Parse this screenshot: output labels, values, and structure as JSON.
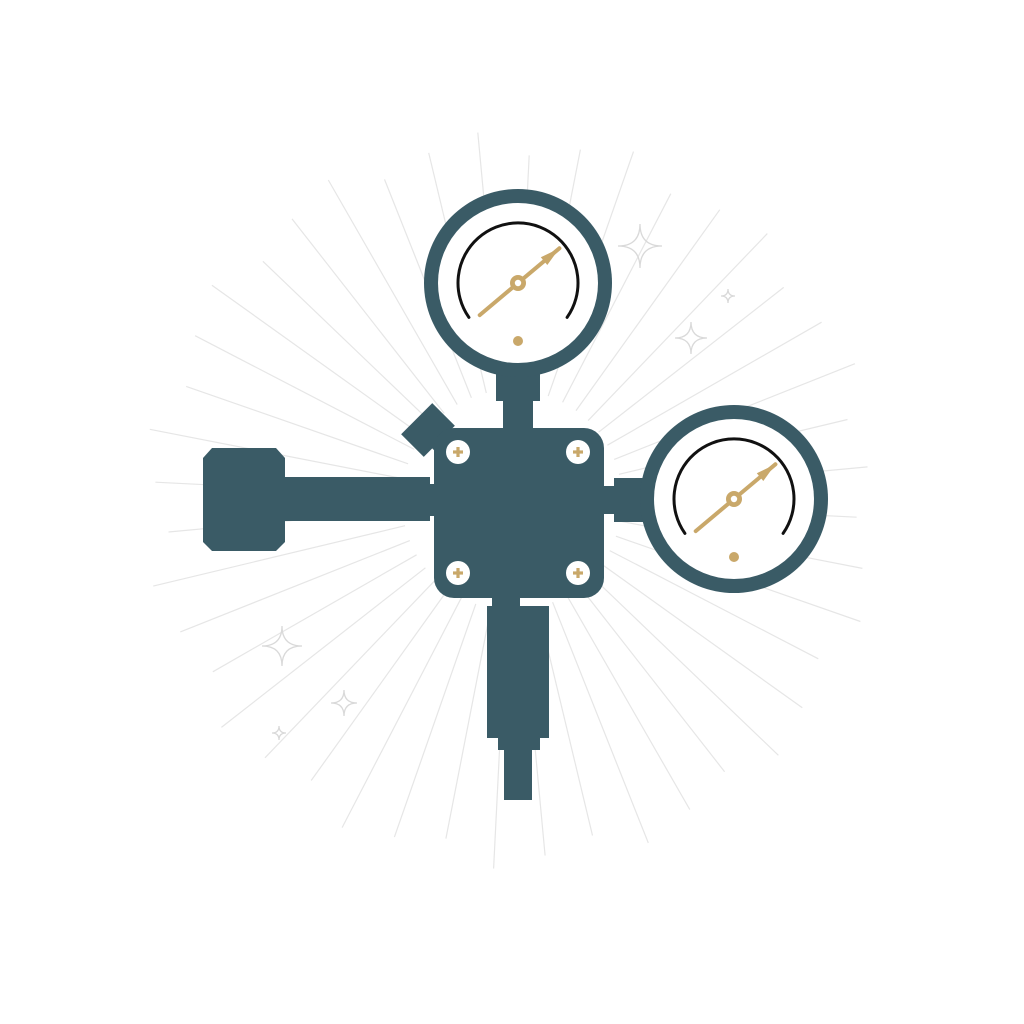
{
  "colors": {
    "background": "#ffffff",
    "body": "#3a5b66",
    "accent": "#c9a86a",
    "gauge_arc": "#111111",
    "gauge_face": "#ffffff",
    "rays": "#e6e6e6",
    "sparkles": "#d9d9d9"
  },
  "illustration": {
    "subject": "gas-pressure-regulator-icon",
    "gauges": [
      {
        "name": "upper-pressure-gauge",
        "needle_level": 0.7
      },
      {
        "name": "right-pressure-gauge",
        "needle_level": 0.7
      }
    ],
    "screw_count": 4,
    "sparkle_count": 6
  }
}
